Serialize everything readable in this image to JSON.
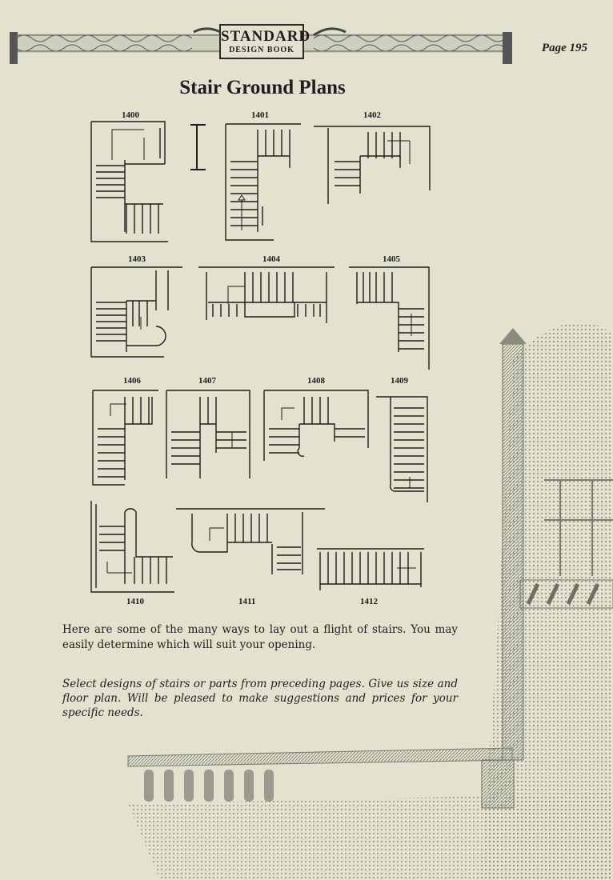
{
  "header": {
    "logo_line1": "STANDARD",
    "logo_line2": "DESIGN BOOK",
    "page_number": "Page 195"
  },
  "title": "Stair Ground Plans",
  "plans": {
    "p1400": "1400",
    "p1401": "1401",
    "p1402": "1402",
    "p1403": "1403",
    "p1404": "1404",
    "p1405": "1405",
    "p1406": "1406",
    "p1407": "1407",
    "p1408": "1408",
    "p1409": "1409",
    "p1410": "1410",
    "p1411": "1411",
    "p1412": "1412"
  },
  "body": {
    "paragraph1": "Here are some of the many ways to lay out a flight of stairs. You may easily determine which will suit your opening.",
    "paragraph2": "Select designs of stairs or parts from preceding pages. Give us size and floor plan. Will be pleased to make suggestions and prices for your specific needs."
  },
  "colors": {
    "paper": "#e2e2cf",
    "ink": "#1e1e1e",
    "illustration": "#8a8a80"
  }
}
